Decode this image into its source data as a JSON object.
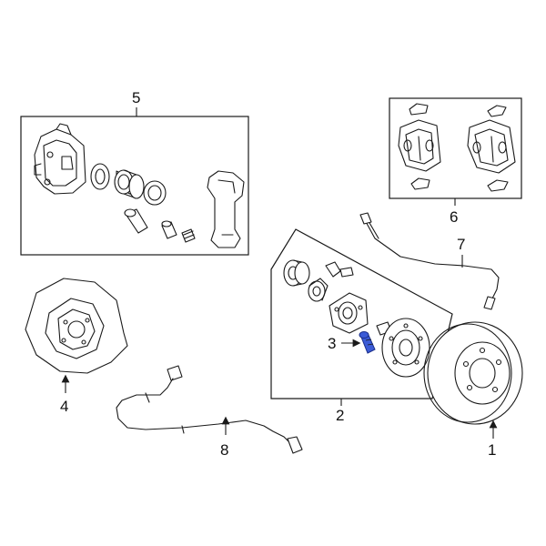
{
  "callouts": {
    "c1": "1",
    "c2": "2",
    "c3": "3",
    "c4": "4",
    "c5": "5",
    "c6": "6",
    "c7": "7",
    "c8": "8"
  },
  "colors": {
    "line": "#1a1a1a",
    "highlight": "#3b5bd6",
    "background": "#ffffff"
  }
}
